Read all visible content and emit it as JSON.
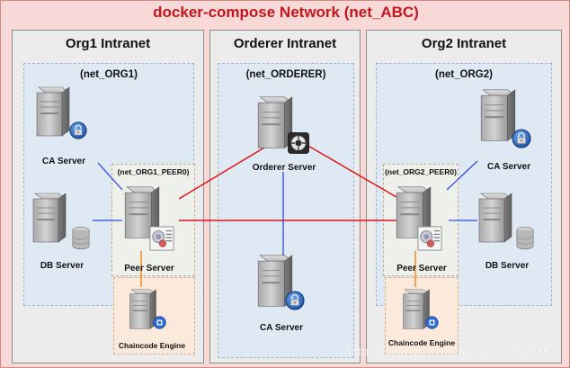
{
  "title": "docker-compose Network (net_ABC)",
  "panels": {
    "org1": {
      "title": "Org1 Intranet",
      "network": "(net_ORG1)",
      "peer_network": "(net_ORG1_PEER0)"
    },
    "orderer": {
      "title": "Orderer Intranet",
      "network": "(net_ORDERER)"
    },
    "org2": {
      "title": "Org2 Intranet",
      "network": "(net_ORG2)",
      "peer_network": "(net_ORG2_PEER0)"
    }
  },
  "labels": {
    "ca_server": "CA Server",
    "db_server": "DB Server",
    "peer_server": "Peer Server",
    "orderer_server": "Orderer Server",
    "chaincode_engine": "Chaincode Engine"
  },
  "colors": {
    "title": "#c4161c",
    "red_link": "#e0151b",
    "blue_link": "#2f4be0",
    "orange_link": "#f28c1a"
  },
  "icons": [
    "server-icon",
    "lock-badge-icon",
    "database-icon",
    "peer-badge-icon",
    "orderer-badge-icon",
    "chaincode-badge-icon"
  ],
  "watermark": "https://blog.csdn.net/weixin_45695381"
}
